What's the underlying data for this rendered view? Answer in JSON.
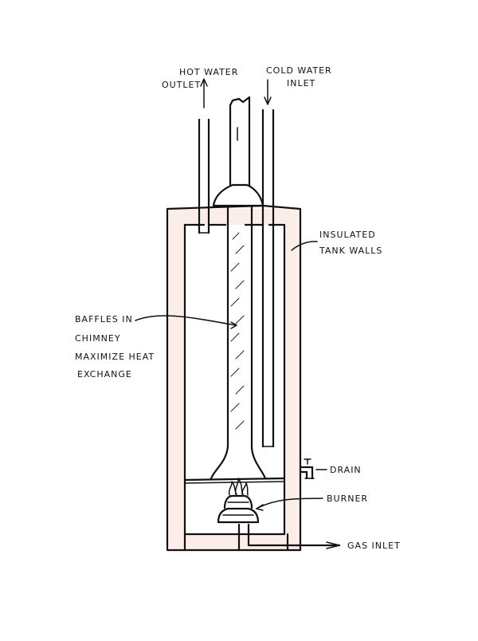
{
  "diagram": {
    "labels": {
      "hot_water_line1": "HOT WATER",
      "hot_water_line2": "OUTLET",
      "cold_water_line1": "COLD WATER",
      "cold_water_line2": "INLET",
      "insulated_line1": "INSULATED",
      "insulated_line2": "TANK WALLS",
      "baffles_line1": "BAFFLES IN",
      "baffles_line2": "CHIMNEY",
      "baffles_line3": "MAXIMIZE HEAT",
      "baffles_line4": "EXCHANGE",
      "drain": "DRAIN",
      "burner": "BURNER",
      "gas_inlet": "GAS INLET"
    },
    "colors": {
      "ink": "#111111",
      "insulation_tint": "#fbeee8",
      "background": "#ffffff"
    }
  }
}
